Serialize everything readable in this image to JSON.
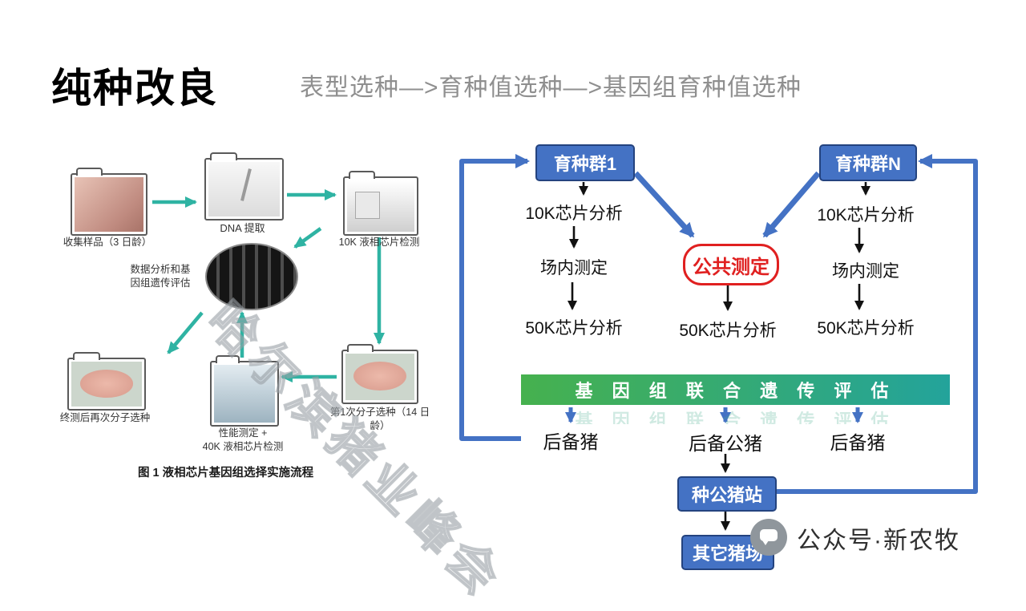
{
  "header": {
    "title": "纯种改良",
    "subtitle": "表型选种—>育种值选种—>基因组育种值选种"
  },
  "left_diagram": {
    "caption": "图 1 液相芯片基因组选择实施流程",
    "watermark": "哈尔滨猪业峰会",
    "nodes": {
      "collect": {
        "label": "收集样品（3 日龄）"
      },
      "dna": {
        "label": "DNA 提取"
      },
      "chip10k": {
        "label": "10K 液相芯片检测"
      },
      "analysis": {
        "label_line1": "数据分析和基",
        "label_line2": "因组遗传评估"
      },
      "final_select": {
        "label": "终测后再次分子选种"
      },
      "performance": {
        "label_line1": "性能测定 +",
        "label_line2": "40K 液相芯片检测"
      },
      "first_select": {
        "label": "第1次分子选种（14 日龄）"
      }
    }
  },
  "flowchart": {
    "group1": "育种群1",
    "groupN": "育种群N",
    "col1": [
      "10K芯片分析",
      "场内测定",
      "50K芯片分析"
    ],
    "colN": [
      "10K芯片分析",
      "场内测定",
      "50K芯片分析"
    ],
    "public_test": "公共测定",
    "public_chip": "50K芯片分析",
    "eval_bar": "基 因 组 联 合 遗 传 评 估",
    "reserve_left": "后备猪",
    "reserve_mid": "后备公猪",
    "reserve_right": "后备猪",
    "boar_station": "种公猪站",
    "other_farms": "其它猪场"
  },
  "footer": {
    "account": "公众号·新农牧"
  },
  "colors": {
    "accent_blue": "#4472C4",
    "accent_teal": "#2fb3a3",
    "red": "#e02020",
    "green_bar_start": "#46b14e",
    "green_bar_end": "#23a39b"
  }
}
